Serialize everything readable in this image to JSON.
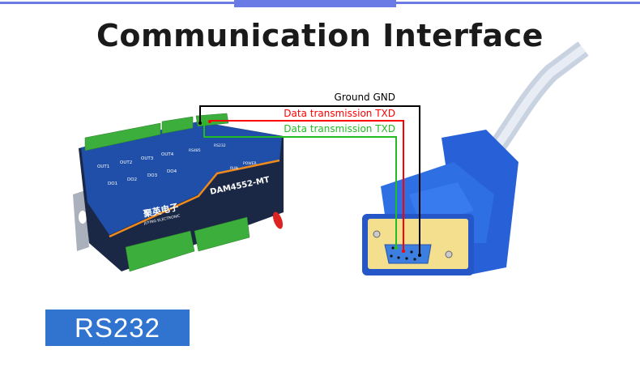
{
  "title": "Communication Interface",
  "wires": [
    {
      "label": "Ground GND",
      "color": "#000000"
    },
    {
      "label": "Data transmission TXD",
      "color": "#ff0000"
    },
    {
      "label": "Data transmission TXD",
      "color": "#22bb22"
    }
  ],
  "device": {
    "outputs": [
      "OUT1",
      "OUT2",
      "OUT3",
      "OUT4"
    ],
    "digital_outputs": [
      "DO1",
      "DO2",
      "DO3",
      "DO4"
    ],
    "rs485": "RS485",
    "rs232": "RS232",
    "run": "RUN",
    "power": "POWER",
    "model": "DAM4552-MT",
    "brand_cn": "聚英电子",
    "brand_en": "JUYING ELECTRONIC"
  },
  "badge": "RS232",
  "colors": {
    "accent": "#6a7be6",
    "badge": "#3174d0",
    "device": "#1c3f8f"
  }
}
